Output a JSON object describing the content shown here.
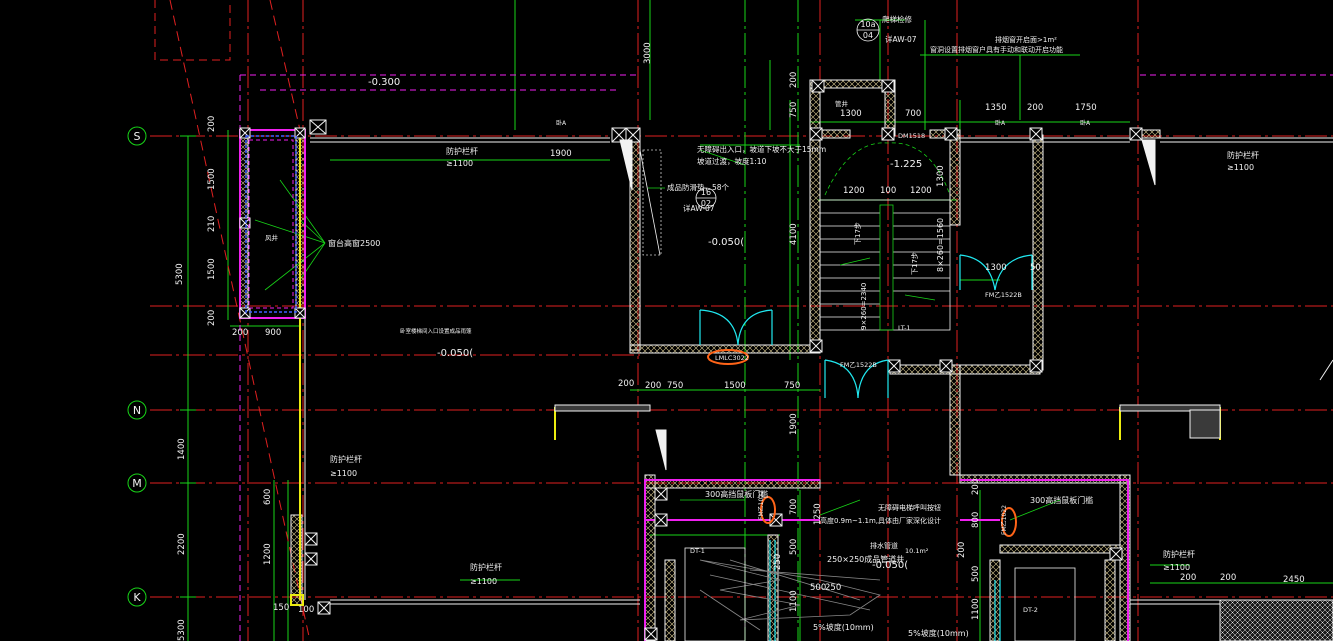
{
  "colors": {
    "background": "#000000",
    "grid_red": "#e02020",
    "green": "#18d418",
    "white": "#f2f2f2",
    "yellow": "#ecec10",
    "magenta": "#f020f0",
    "cyan": "#20e8f0",
    "blue": "#4060ff",
    "hatch": "#d8c890",
    "orange_markup": "#ff6418"
  },
  "axes": {
    "S": "S",
    "N": "N",
    "M": "M",
    "K": "K"
  },
  "elevations": {
    "top": "-0.300",
    "stair": "-1.225",
    "hall": "-0.050(",
    "hall_unit": "-0.050(",
    "lower": "-0.050("
  },
  "dims": {
    "d200a": "200",
    "d1500a": "1500",
    "d210": "210",
    "d1500b": "1500",
    "d200b": "200",
    "d5300": "5300",
    "d200c": "200",
    "d900": "900",
    "d1900": "1900",
    "d3000": "3000",
    "d200d": "200",
    "d750a": "750",
    "d1300a": "1300",
    "d700": "700",
    "d1350": "1350",
    "d200e": "200",
    "d1750": "1750",
    "d1200": "1200",
    "d100": "100",
    "d1200b": "1200",
    "d1300b": "1300",
    "d4100": "4100",
    "d1300c": "1300",
    "d50": "50",
    "d200f": "200",
    "d750b": "750",
    "d1500c": "1500",
    "d750c": "750",
    "d200g": "200",
    "d1900b": "1900",
    "d1400": "1400",
    "d600": "600",
    "d1200c": "1200",
    "d2200": "2200",
    "d150": "150",
    "d100b": "100",
    "d700b": "700",
    "d1250": "1250",
    "d500": "500",
    "d250": "250",
    "d1100": "1100",
    "d200h": "200",
    "d800": "800",
    "d200i": "200",
    "d500b": "500",
    "d200j": "200",
    "d200k": "200",
    "d2450": "2450",
    "d200l": "200",
    "d1100b": "1100",
    "d500c": "500",
    "d250b": "250",
    "d5300b": "5300"
  },
  "labels": {
    "rail1": "防护栏杆",
    "rail1_h": "≥1100",
    "rail2": "防护栏杆",
    "rail2_h": "≥1100",
    "rail3": "防护栏杆",
    "rail3_h": "≥1100",
    "rail4": "防护栏杆",
    "rail4_h": "≥1100",
    "rail5": "防护栏杆",
    "rail5_h": "≥1100",
    "sill": "窗台高窗2500",
    "slope_note": "无障碍出入口，坡道下坡不大于15mm",
    "slope_note2": "坡道过渡，坡度1:10",
    "mat": "成品防滑垫，58个",
    "ref1": "详AW-07",
    "ref2": "详AW-07",
    "ladder": "爬梯检修",
    "smoke1": "排烟窗开启面>1m²",
    "smoke2": "窗洞设置排烟窗户具有手动和联动开启功能",
    "tag_10a": "10a",
    "tag_04": "04",
    "tag_16": "16",
    "tag_02": "02",
    "fire_door_left": "300高挡鼠板门槛",
    "fire_door_right": "300高挡鼠板门槛",
    "ramp_note": "无障碍电梯呼叫按钮",
    "ramp_note2": "高度0.9m~1.1m,具体由厂家深化设计",
    "shaft": "排水管道",
    "shaft_area": "10.1m²",
    "ramp_size": "250×250成品管道井",
    "slope5a": "5%坡度(10mm)",
    "slope5b": "5%坡度(10mm)",
    "unit_note": "卧室楼梯间入口设置成品雨篷",
    "door_lmlc": "LMLC3022",
    "door_fm1": "FM乙1522B",
    "door_fm2": "FM乙1522B",
    "door_fmm": "FM乙1022",
    "door_dt1": "DT-1",
    "door_dt2": "DT-2",
    "door_1": "1",
    "a_labels": "卧A",
    "stair_up1": "下17步",
    "stair_up2": "下17步",
    "stair_dim": "9×260=2340",
    "stair_dim2": "8×260=1560",
    "dm": "DM1518",
    "tl": "LT-1",
    "mr": "管井",
    "shaft_l": "风井",
    "k_small": "2",
    "k_small2": "5"
  }
}
